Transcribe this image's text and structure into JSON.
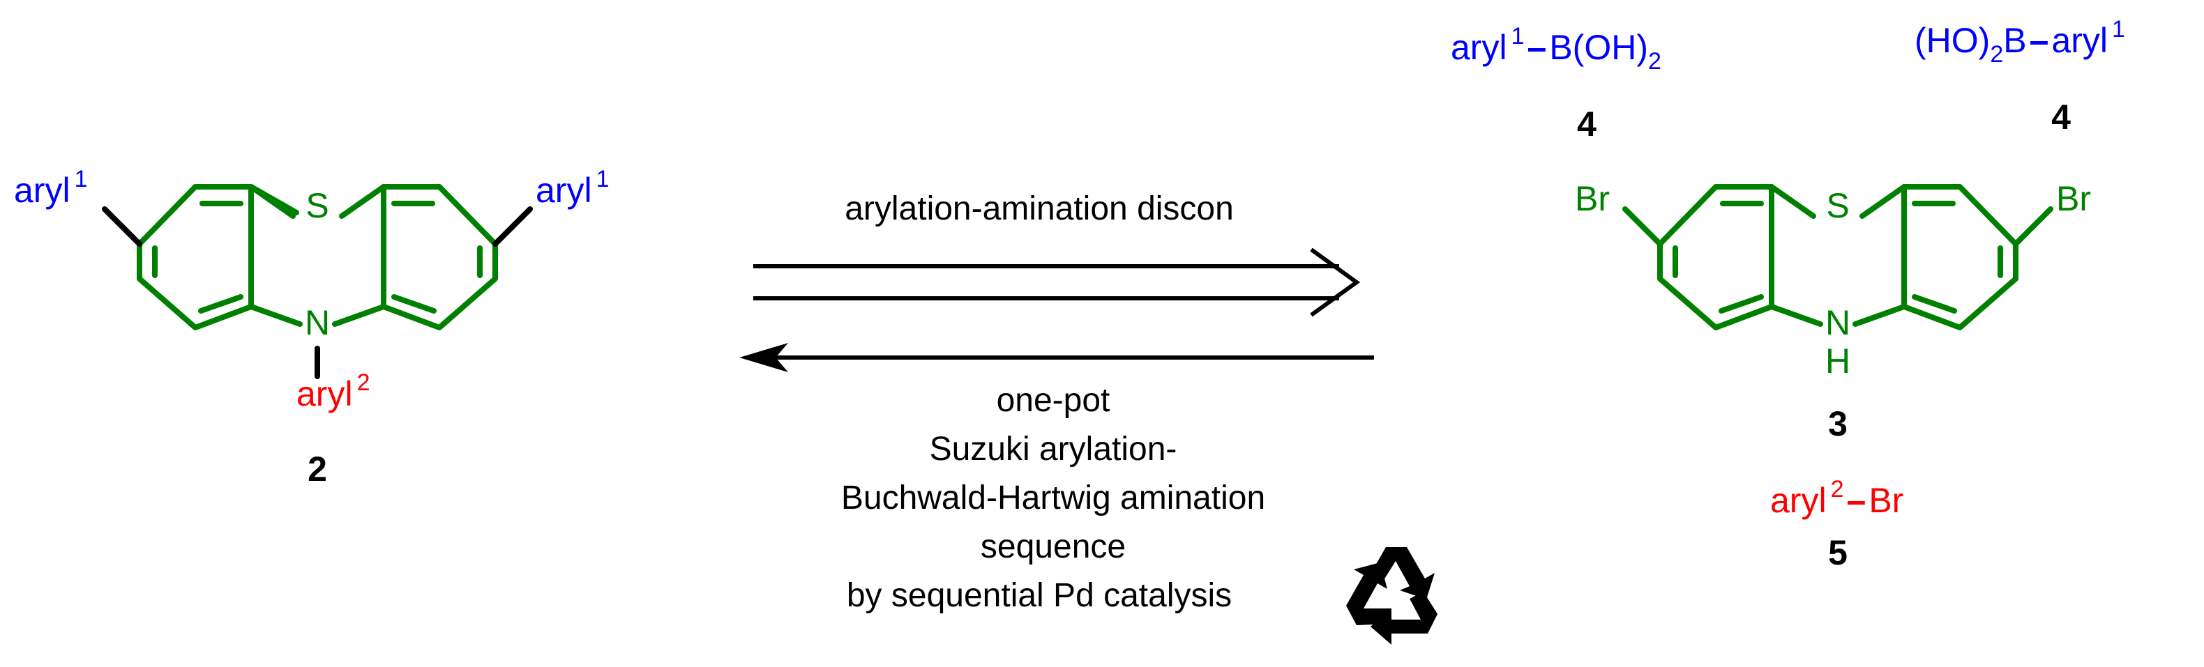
{
  "colors": {
    "ring": "#008000",
    "aryl1": "#0000FF",
    "aryl2": "#FF0000",
    "text": "#000000"
  },
  "left": {
    "aryl_left": "aryl",
    "aryl_left_sup": "1",
    "aryl_right": "aryl",
    "aryl_right_sup": "1",
    "s_atom": "S",
    "n_atom": "N",
    "aryl_n": "aryl",
    "aryl_n_sup": "2",
    "compound_number": "2"
  },
  "arrows": {
    "retro_label": "arylation-amination discon",
    "forward_lines": [
      "one-pot",
      "Suzuki arylation-",
      "Buchwald-Hartwig amination",
      "sequence",
      "by sequential Pd catalysis"
    ],
    "recycle_icon": "recycle-icon"
  },
  "right": {
    "boronic_left": {
      "aryl": "aryl",
      "sup": "1",
      "bond": "–",
      "rest": "B(OH)",
      "sub": "2",
      "number": "4"
    },
    "boronic_right": {
      "pre": "(HO)",
      "sub": "2",
      "b": "B",
      "bond": "–",
      "aryl": "aryl",
      "sup": "1",
      "number": "4"
    },
    "br_left": "Br",
    "br_right": "Br",
    "s_atom": "S",
    "n_atom": "N",
    "h_atom": "H",
    "core_number": "3",
    "bromide": {
      "aryl": "aryl",
      "sup": "2",
      "bond": "–",
      "br": "Br",
      "number": "5"
    }
  }
}
